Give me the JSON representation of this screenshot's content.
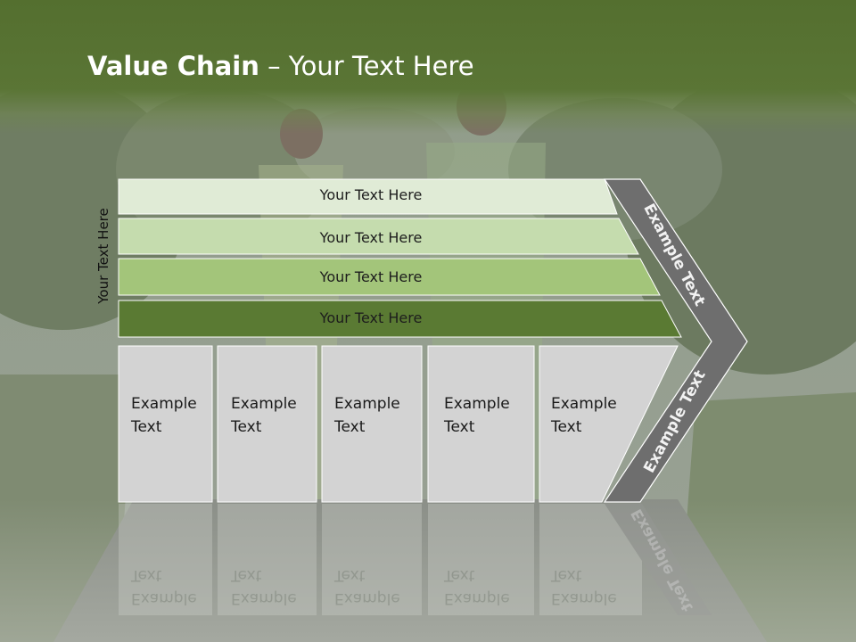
{
  "title": {
    "bold": "Value Chain",
    "rest": " – Your Text Here"
  },
  "side_label": "Your Text Here",
  "rows": [
    {
      "label": "Your Text Here",
      "color": "#e0ebd6"
    },
    {
      "label": "Your Text Here",
      "color": "#c5dcae"
    },
    {
      "label": "Your Text Here",
      "color": "#a3c57a"
    },
    {
      "label": "Your Text Here",
      "color": "#5a7a33"
    }
  ],
  "boxes": [
    {
      "line1": "Example",
      "line2": "Text"
    },
    {
      "line1": "Example",
      "line2": "Text"
    },
    {
      "line1": "Example",
      "line2": "Text"
    },
    {
      "line1": "Example",
      "line2": "Text"
    },
    {
      "line1": "Example",
      "line2": "Text"
    }
  ],
  "chevron": {
    "upper_label": "Example Text",
    "lower_label": "Example Text",
    "color": "#6e6e6e"
  },
  "colors": {
    "header": "#546f2f",
    "box": "#d3d3d3"
  }
}
